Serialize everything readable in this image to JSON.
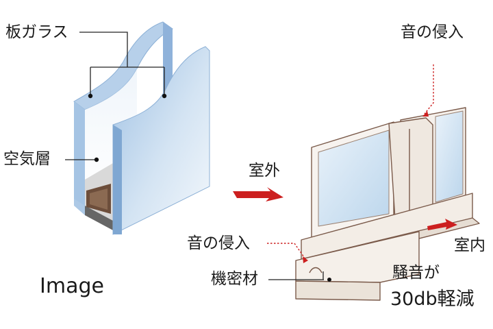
{
  "glass_unit": {
    "label_glass": "板ガラス",
    "label_air": "空気層",
    "caption": "Image"
  },
  "window_section": {
    "label_outside": "室外",
    "label_inside": "室内",
    "label_sound_top": "音の侵入",
    "label_sound_bottom": "音の侵入",
    "label_seal": "機密材",
    "noise_line1": "騒音が",
    "noise_line2": "30db軽減"
  },
  "colors": {
    "glass_light": "#d6e6f4",
    "glass_mid": "#a9c8e6",
    "glass_edge": "#7fa9d3",
    "frame_stroke": "#7a5a4a",
    "arrow_red": "#cc1f1f",
    "spacer_gray": "#cfcfcf",
    "seal_brown": "#7b5a44"
  }
}
